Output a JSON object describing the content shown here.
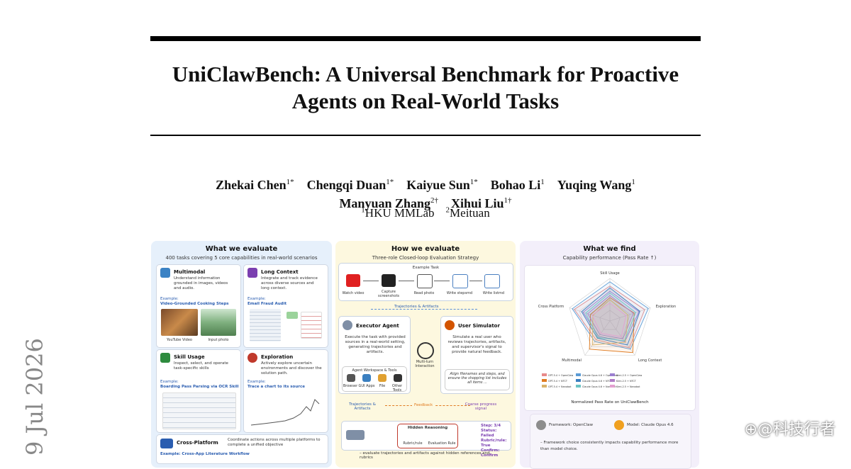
{
  "paper": {
    "title_line1": "UniClawBench: A Universal Benchmark for Proactive",
    "title_line2": "Agents on Real-World Tasks",
    "authors_line1": [
      {
        "name": "Zhekai Chen",
        "sup": "1*"
      },
      {
        "name": "Chengqi Duan",
        "sup": "1*"
      },
      {
        "name": "Kaiyue Sun",
        "sup": "1*"
      },
      {
        "name": "Bohao Li",
        "sup": "1"
      },
      {
        "name": "Yuqing Wang",
        "sup": "1"
      }
    ],
    "authors_line2": [
      {
        "name": "Manyuan Zhang",
        "sup": "2†"
      },
      {
        "name": "Xihui Liu",
        "sup": "1†"
      }
    ],
    "affiliations": [
      {
        "sup": "1",
        "name": "HKU MMLab"
      },
      {
        "sup": "2",
        "name": "Meituan"
      }
    ],
    "side_date": "9 Jul 2026",
    "watermark": "⊕@科技行者"
  },
  "figure": {
    "evaluate": {
      "title": "What we evaluate",
      "subtitle": "400 tasks covering 5 core capabilities in real-world scenarios",
      "multimodal": {
        "title": "Multimodal",
        "desc": "Understand information grounded in images, videos and audio.",
        "example_label": "Example:",
        "example": "Video-Grounded Cooking Steps",
        "cap1": "YouTube Video",
        "cap2": "Input photo"
      },
      "long_context": {
        "title": "Long Context",
        "desc": "Integrate and track evidence across diverse sources and long context.",
        "example_label": "Example:",
        "example": "Email Fraud Audit"
      },
      "skill": {
        "title": "Skill Usage",
        "desc": "Inspect, select, and operate task-specific skills",
        "example_label": "Example:",
        "example": "Boarding Pass Parsing via OCR Skill"
      },
      "exploration": {
        "title": "Exploration",
        "desc": "Actively explore uncertain environments and discover the solution path.",
        "example_label": "Example:",
        "example": "Trace a chart to its source"
      },
      "cross": {
        "title": "Cross-Platform",
        "desc": "Coordinate actions across multiple platforms to complete a unified objective",
        "example_label": "Example:",
        "example": "Cross-App Literature Workflow"
      }
    },
    "howeval": {
      "title": "How we evaluate",
      "subtitle": "Three-role Closed-loop Evaluation Strategy",
      "example_task": "Example Task",
      "steps": [
        "Watch video",
        "Capture screenshots",
        "Read photo",
        "Write stepsmd",
        "Write listmd"
      ],
      "traj_label": "Trajectories & Artifacts",
      "executor": {
        "title": "Executor Agent",
        "desc": "Execute the task with provided sources in a real-world setting, generating trajectories and artifacts."
      },
      "workspace": "Agent Workspace & Tools",
      "tools": [
        "Browser",
        "GUI Apps",
        "File",
        "Other Tools"
      ],
      "multi_turn": "Multi-turn Interaction",
      "simulator": {
        "title": "User Simulator",
        "desc": "Simulate a real user who reviews trajectories, artifacts, and supervisor's signal to provide natural feedback.",
        "quote": "Align filenames and steps, and ensure the shopping list includes all items ..."
      },
      "feedback": "Feedback",
      "traj_left": "Trajectories & Artifacts",
      "coarse": "Coarse progress signal",
      "hidden": "Hidden Reasoning",
      "rubric": "Rubric/rule",
      "eval_rule": "Evaluation Rule",
      "status_lines": [
        "Step: 3/4",
        "Status: Failed",
        "Rubric/rule: True",
        "Confirm: Confirm"
      ],
      "bottom_bullet": "evaluate trajectories and artifacts against hidden references and rubrics"
    },
    "find": {
      "title": "What we find",
      "subtitle": "Capability performance (Pass Rate ↑)",
      "axes": [
        "Skill Usage",
        "Exploration",
        "Long Context",
        "Multimodal",
        "Cross Platform"
      ],
      "legend": [
        "GPT-5.4 + OpenClaw",
        "Claude Opus 4.6 + OpenClaw",
        "Kimi-2.5 + OpenClaw",
        "GPT-5.4 + NTCT",
        "Claude Opus 4.6 + NTCT",
        "Kimi-2.5 + NTCT",
        "GPT-5.4 + Nanobot",
        "Claude Opus 4.6 + Nanobot",
        "Kimi-2.5 + Nanobot"
      ],
      "xcaption": "Normalized Pass Rate on UniClawBench",
      "framework": "Framework: OpenClaw",
      "model": "Model: Claude Opus 4.6",
      "bullet": "Framework choice consistently impacts capability performance more than model choice."
    }
  },
  "chart_data": {
    "type": "radar",
    "title": "Capability performance (Pass Rate ↑)",
    "xlabel": "Normalized Pass Rate on UniClawBench",
    "categories": [
      "Skill Usage",
      "Exploration",
      "Long Context",
      "Multimodal",
      "Cross Platform"
    ],
    "range": [
      0,
      1
    ],
    "series": [
      {
        "name": "GPT-5.4 + OpenClaw",
        "color": "#e88a8a",
        "values": [
          0.82,
          0.86,
          0.78,
          0.55,
          0.88
        ]
      },
      {
        "name": "Claude Opus 4.6 + OpenClaw",
        "color": "#5b9bd5",
        "values": [
          0.92,
          0.95,
          0.82,
          0.6,
          0.93
        ]
      },
      {
        "name": "Kimi-2.5 + OpenClaw",
        "color": "#9b7fd0",
        "values": [
          0.7,
          0.72,
          0.6,
          0.45,
          0.66
        ]
      },
      {
        "name": "GPT-5.4 + NTCT",
        "color": "#e07b20",
        "values": [
          0.55,
          0.6,
          0.92,
          0.82,
          0.48
        ]
      },
      {
        "name": "Claude Opus 4.6 + NTCT",
        "color": "#3a7fc0",
        "values": [
          0.78,
          0.74,
          0.7,
          0.5,
          0.7
        ]
      },
      {
        "name": "Kimi-2.5 + NTCT",
        "color": "#b07cc6",
        "values": [
          0.6,
          0.58,
          0.52,
          0.4,
          0.55
        ]
      },
      {
        "name": "GPT-5.4 + Nanobot",
        "color": "#d9b36b",
        "values": [
          0.5,
          0.45,
          0.62,
          0.7,
          0.42
        ]
      },
      {
        "name": "Claude Opus 4.6 + Nanobot",
        "color": "#6cc4c4",
        "values": [
          0.66,
          0.64,
          0.58,
          0.48,
          0.6
        ]
      },
      {
        "name": "Kimi-2.5 + Nanobot",
        "color": "#e3a0d0",
        "values": [
          0.42,
          0.4,
          0.46,
          0.36,
          0.44
        ]
      }
    ]
  }
}
